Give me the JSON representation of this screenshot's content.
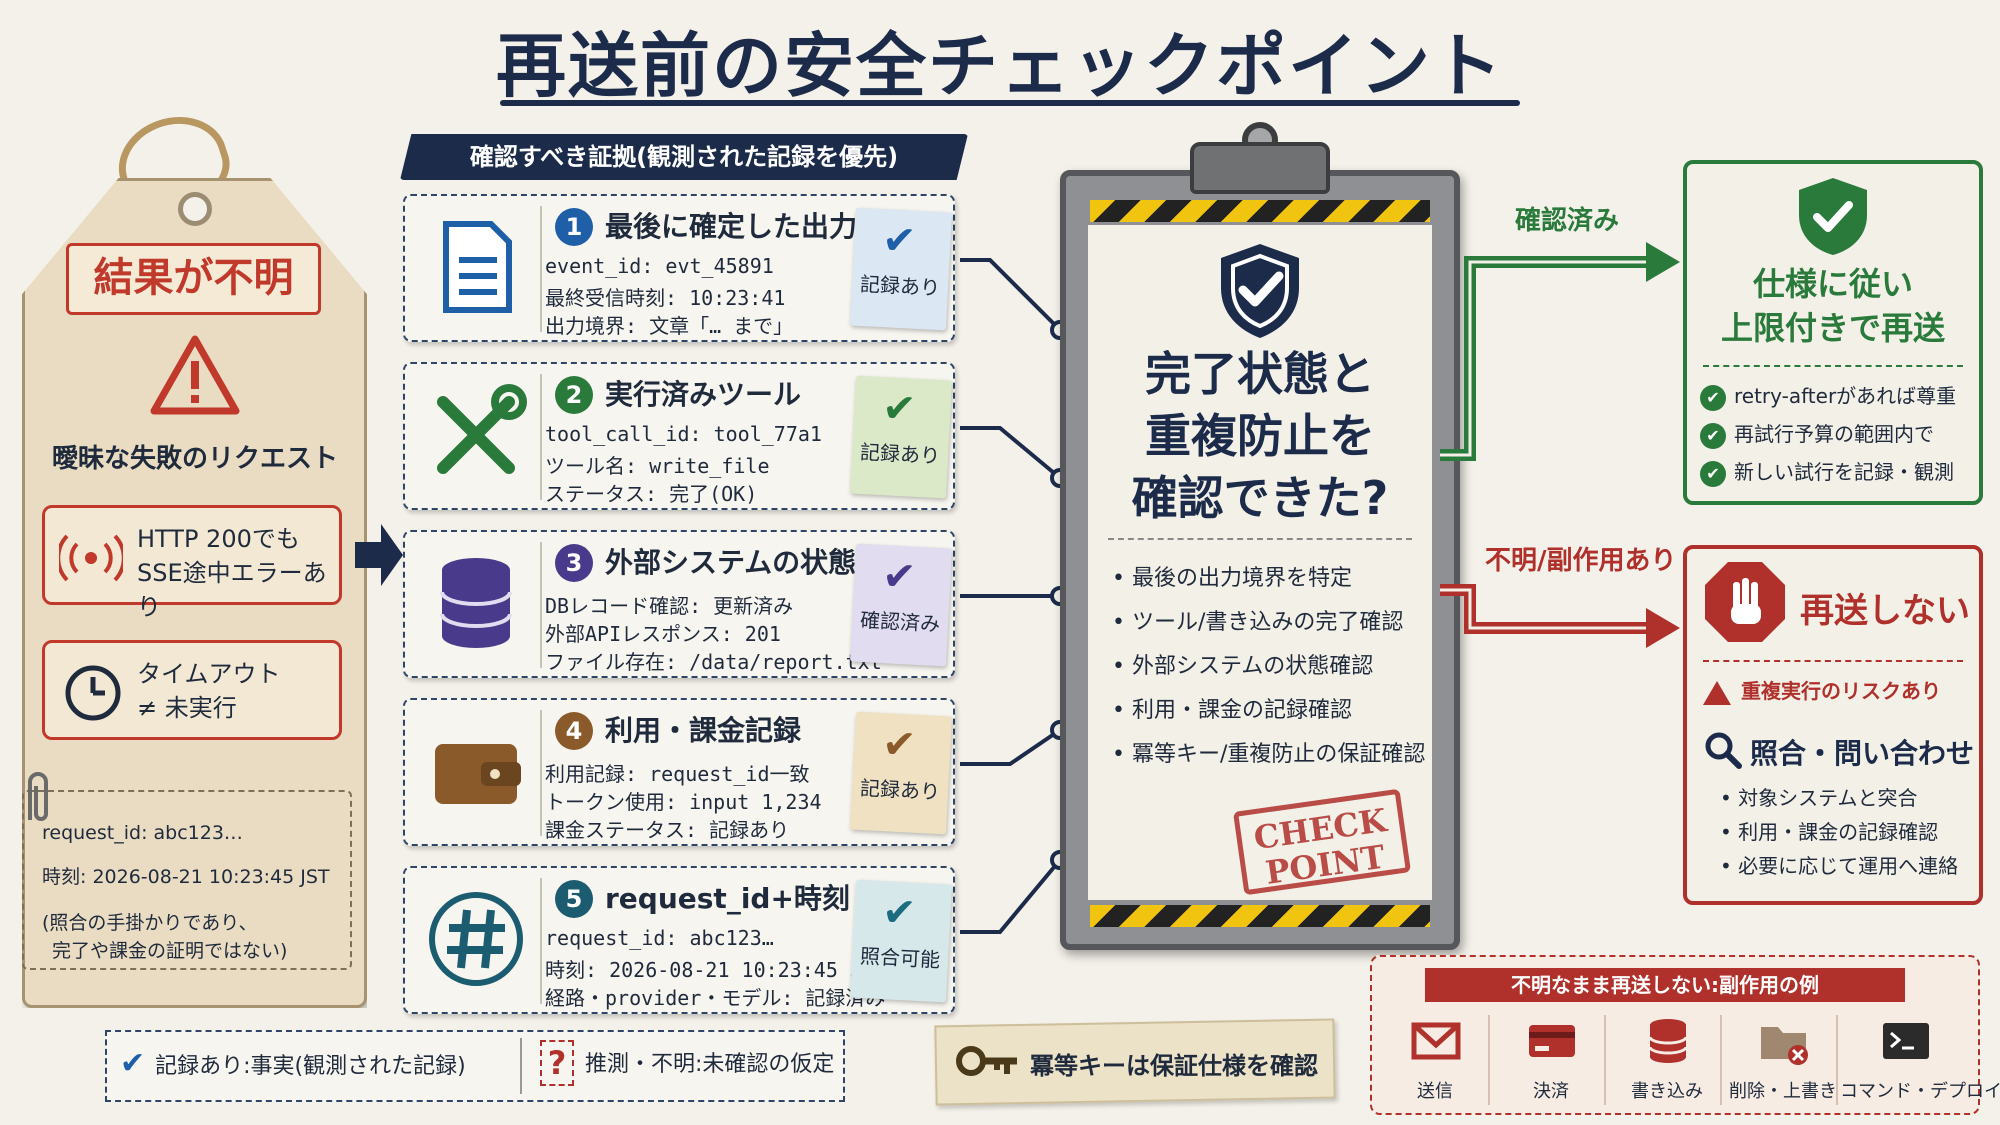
{
  "title": "再送前の安全チェックポイント",
  "left_tag": {
    "status": "結果が不明",
    "caption": "曖昧な失敗のリクエスト",
    "http_line1": "HTTP 200でも",
    "http_line2": "SSE途中エラーあり",
    "timeout_line1": "タイムアウト",
    "timeout_line2": "≠ 未実行",
    "request_id": "request_id: abc123…",
    "time": "時刻: 2026-08-21 10:23:45 JST",
    "note_line1": "(照合の手掛かりであり、",
    "note_line2": "完了や課金の証明ではない)"
  },
  "evidence": {
    "header": "確認すべき証拠(観測された記録を優先)",
    "cards": [
      {
        "num": "1",
        "title": "最後に確定した出力",
        "lines": [
          "event_id: evt_45891",
          "最終受信時刻: 10:23:41",
          "出力境界: 文章「… まで」"
        ],
        "note": "記録あり",
        "color": "#1e5fa8",
        "note_color": "#dbe7f3",
        "check": "#1e5fa8"
      },
      {
        "num": "2",
        "title": "実行済みツール",
        "lines": [
          "tool_call_id: tool_77a1",
          "ツール名: write_file",
          "ステータス: 完了(OK)"
        ],
        "note": "記録あり",
        "color": "#2a7a3c",
        "note_color": "#dce9c8",
        "check": "#2a7a3c"
      },
      {
        "num": "3",
        "title": "外部システムの状態",
        "lines": [
          "DBレコード確認: 更新済み",
          "外部APIレスポンス: 201",
          "ファイル存在: /data/report.txt"
        ],
        "note": "確認済み",
        "color": "#4a3a8c",
        "note_color": "#e1dcef",
        "check": "#4a3a8c"
      },
      {
        "num": "4",
        "title": "利用・課金記録",
        "lines": [
          "利用記録: request_id一致",
          "トークン使用: input 1,234",
          "課金ステータス: 記録あり"
        ],
        "note": "記録あり",
        "color": "#8a5a2b",
        "note_color": "#efe1c2",
        "check": "#8a5a2b"
      },
      {
        "num": "5",
        "title": "request_id+時刻",
        "lines": [
          "request_id: abc123…",
          "時刻: 2026-08-21 10:23:45 JST",
          "経路・provider・モデル: 記録済み"
        ],
        "note": "照合可能",
        "color": "#1c5c70",
        "note_color": "#d6e8ea",
        "check": "#1c6c80"
      }
    ]
  },
  "board": {
    "question_line1": "完了状態と",
    "question_line2": "重複防止を",
    "question_line3": "確認できた?",
    "items": [
      "• 最後の出力境界を特定",
      "• ツール/書き込みの完了確認",
      "• 外部システムの状態確認",
      "• 利用・課金の記録確認",
      "• 冪等キー/重複防止の保証確認"
    ],
    "stamp_line1": "CHECK",
    "stamp_line2": "POINT"
  },
  "flows": {
    "confirmed": "確認済み",
    "unknown": "不明/副作用あり"
  },
  "green": {
    "title_line1": "仕様に従い",
    "title_line2": "上限付きで再送",
    "items": [
      "retry-afterがあれば尊重",
      "再試行予算の範囲内で",
      "新しい試行を記録・観測"
    ],
    "check": "✔"
  },
  "red": {
    "title": "再送しない",
    "warning": "重複実行のリスクあり",
    "recon_title": "照合・問い合わせ",
    "items": [
      "• 対象システムと突合",
      "• 利用・課金の記録確認",
      "• 必要に応じて運用へ連絡"
    ]
  },
  "legend": {
    "fact": "記録あり:事実(観測された記録)",
    "guess": "推測・不明:未確認の仮定",
    "q": "?",
    "check": "✔"
  },
  "key_note": "冪等キーは保証仕様を確認",
  "side_effects": {
    "header": "不明なまま再送しない:副作用の例",
    "items": [
      "送信",
      "決済",
      "書き込み",
      "削除・上書き",
      "コマンド・デプロイ"
    ]
  },
  "colors": {
    "navy": "#1c2b4a",
    "green": "#2a7a3c",
    "red": "#b0302b"
  }
}
